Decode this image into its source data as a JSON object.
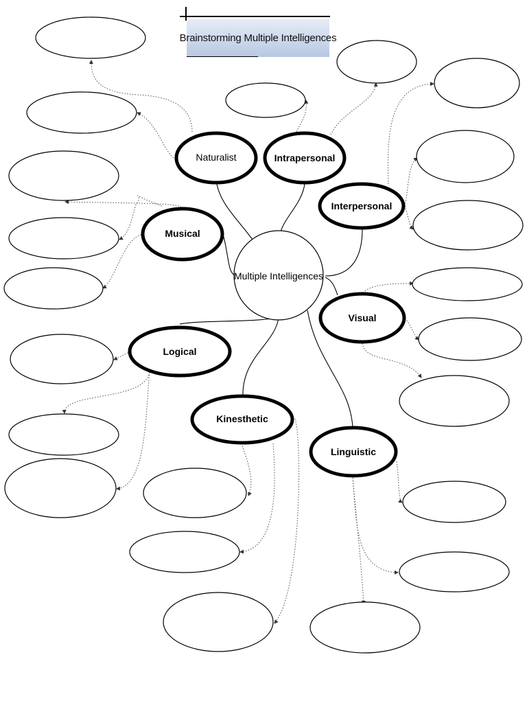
{
  "title": "Brainstorming Multiple Intelligences",
  "center_label": "Multiple Intelligences",
  "topics": {
    "naturalist": "Naturalist",
    "intrapersonal": "Intrapersonal",
    "interpersonal": "Interpersonal",
    "musical": "Musical",
    "visual": "Visual",
    "logical": "Logical",
    "kinesthetic": "Kinesthetic",
    "linguistic": "Linguistic"
  }
}
